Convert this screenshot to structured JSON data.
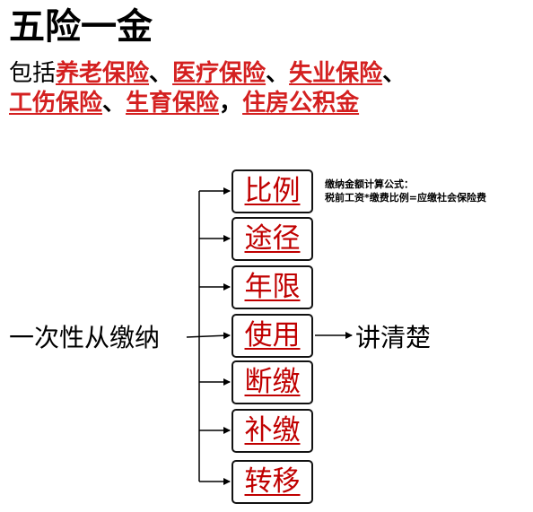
{
  "title": "五险一金",
  "intro": {
    "lead": "包括",
    "insurances": [
      "养老保险",
      "医疗保险",
      "失业保险",
      "工伤保险",
      "生育保险",
      "住房公积金"
    ],
    "sep_enum": "、",
    "sep_comma": "，"
  },
  "formula": {
    "line1": "缴纳金额计算公式：",
    "line2": "税前工资*缴费比例=应缴社会保险费"
  },
  "diagram": {
    "source": "一次性从缴纳",
    "target": "讲清楚",
    "items": [
      "比例",
      "途径",
      "年限",
      "使用",
      "断缴",
      "补缴",
      "转移"
    ]
  }
}
